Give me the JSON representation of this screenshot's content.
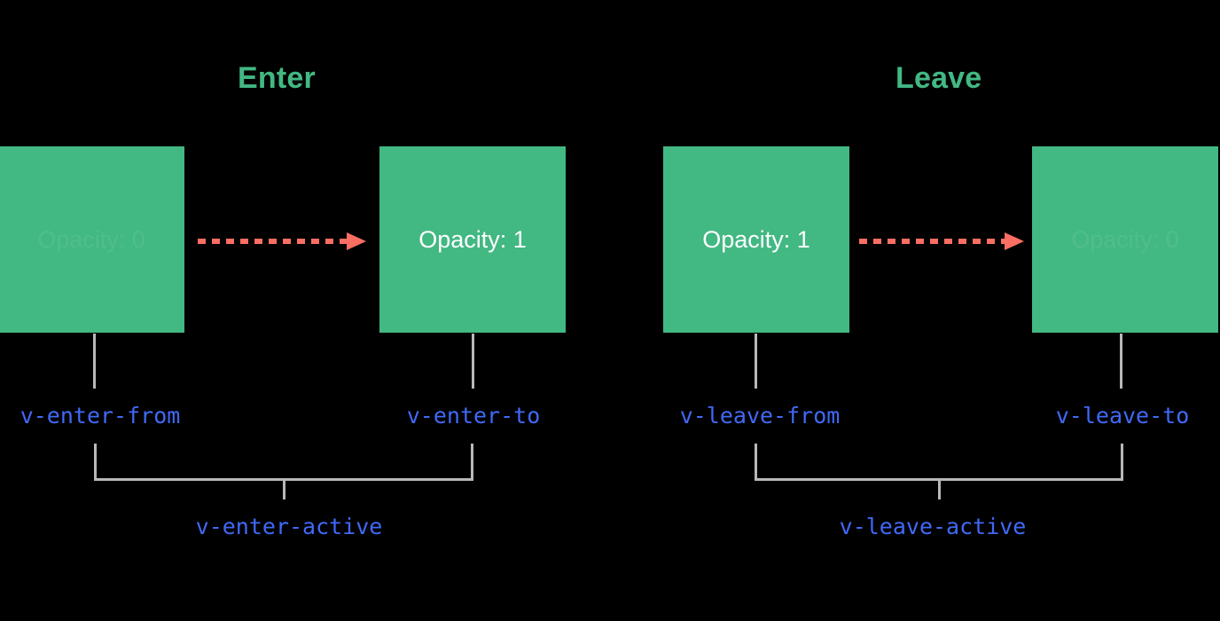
{
  "theme": {
    "background": "#000000",
    "box_color": "#42b883",
    "heading_color": "#42b883",
    "class_label_color": "#4169f7",
    "arrow_color": "#fa6e63",
    "connector_color": "#b8b8b8",
    "box_text_color": "#ffffff"
  },
  "diagram": {
    "type": "transition-lifecycle",
    "sections": [
      {
        "id": "enter",
        "title": "Enter",
        "from_box": {
          "label": "Opacity: 0",
          "opacity_state": "faded"
        },
        "to_box": {
          "label": "Opacity: 1",
          "opacity_state": "solid"
        },
        "from_class": "v-enter-from",
        "to_class": "v-enter-to",
        "active_class": "v-enter-active",
        "arrow": "dashed-right-arrow"
      },
      {
        "id": "leave",
        "title": "Leave",
        "from_box": {
          "label": "Opacity: 1",
          "opacity_state": "solid"
        },
        "to_box": {
          "label": "Opacity: 0",
          "opacity_state": "faded"
        },
        "from_class": "v-leave-from",
        "to_class": "v-leave-to",
        "active_class": "v-leave-active",
        "arrow": "dashed-right-arrow"
      }
    ]
  }
}
